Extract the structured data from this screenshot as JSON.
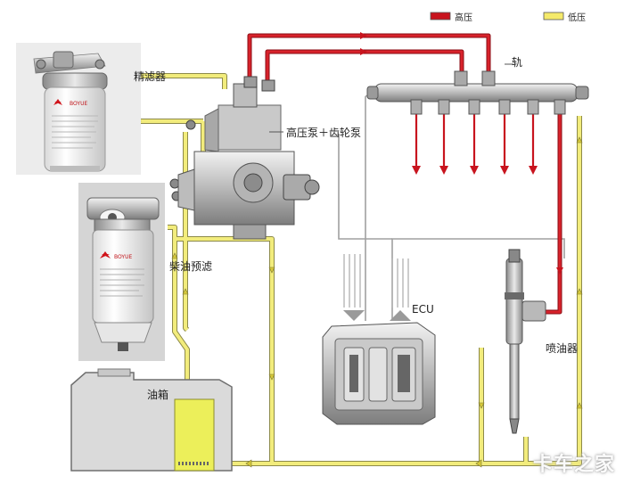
{
  "legend": {
    "high_pressure": "高压",
    "low_pressure": "低压"
  },
  "labels": {
    "fine_filter": "精滤器",
    "pump": "高压泵＋齿轮泵",
    "rail": "轨",
    "prefilter": "柴油预滤",
    "ecu": "ECU",
    "injector": "喷油器",
    "tank": "油箱"
  },
  "watermark": "卡车之家",
  "colors": {
    "high_pressure": "#c8141e",
    "low_pressure": "#f5ea6a",
    "signal": "#9a9a9a",
    "tank_fuel": "#ecef5a"
  },
  "icons": {
    "fine_filter": "fuel-filter-icon",
    "prefilter": "water-separator-icon",
    "pump": "fuel-pump-icon",
    "rail": "common-rail-icon",
    "ecu": "ecu-module-icon",
    "injector": "injector-icon",
    "tank": "fuel-tank-icon"
  }
}
